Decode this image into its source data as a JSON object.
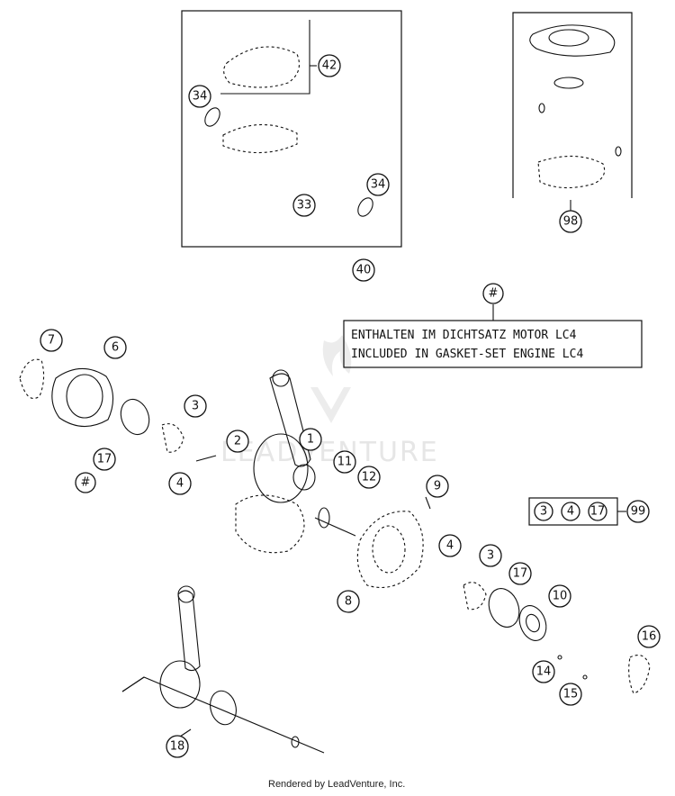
{
  "callouts": {
    "c1": "1",
    "c2": "2",
    "c3a": "3",
    "c3b": "3",
    "c4a": "4",
    "c4b": "4",
    "c6": "6",
    "c7": "7",
    "c8": "8",
    "c9": "9",
    "c10": "10",
    "c11": "11",
    "c12": "12",
    "c14": "14",
    "c15": "15",
    "c16": "16",
    "c17a": "17",
    "c17b": "17",
    "c18": "18",
    "c33": "33",
    "c34a": "34",
    "c34b": "34",
    "c40": "40",
    "c42": "42",
    "c98": "98",
    "c99": "99",
    "hash_a": "#",
    "hash_b": "#"
  },
  "kit_group": {
    "items": [
      "3",
      "4",
      "17"
    ],
    "ref": "99"
  },
  "note": {
    "line1": "ENTHALTEN IM DICHTSATZ MOTOR LC4",
    "line2": "INCLUDED IN GASKET-SET ENGINE LC4"
  },
  "watermark": "LEADVENTURE",
  "footer": "Rendered by LeadVenture, Inc."
}
